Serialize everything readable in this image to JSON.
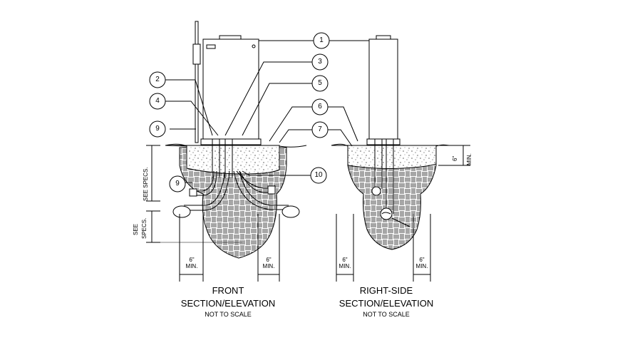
{
  "callouts": {
    "c1": "1",
    "c2": "2",
    "c3": "3",
    "c4": "4",
    "c5": "5",
    "c6_front": "6",
    "c6_side": "6",
    "c7": "7",
    "c9_upper": "9",
    "c9_lower": "9",
    "c10": "10"
  },
  "dimensions": {
    "min6_front_left": "6\"",
    "min6_front_left_b": "MIN.",
    "min6_front_right": "6\"",
    "min6_front_right_b": "MIN.",
    "min6_side_left": "6\"",
    "min6_side_left_b": "MIN.",
    "min6_side_right": "6\"",
    "min6_side_right_b": "MIN.",
    "min6_side_top": "6\"",
    "min6_side_top_b": "MIN.",
    "see_specs_upper": "SEE SPECS.",
    "see_specs_lower_a": "SEE",
    "see_specs_lower_b": "SPECS."
  },
  "views": {
    "front": {
      "title1": "FRONT",
      "title2": "SECTION/ELEVATION",
      "scale": "NOT TO SCALE"
    },
    "side": {
      "title1": "RIGHT-SIDE",
      "title2": "SECTION/ELEVATION",
      "scale": "NOT TO SCALE"
    }
  },
  "colors": {
    "line": "#000000",
    "background": "#ffffff"
  }
}
